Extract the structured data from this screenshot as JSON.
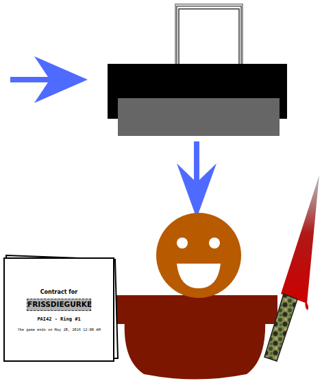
{
  "diagram": {
    "nodes": [
      {
        "text": [
          "Contract for",
          "PAI42 - Ring #1",
          "The game ends on May 28, 2016 12:00 AM"
        ]
      },
      {
        "text": [
          "FRISSDIEGURKE"
        ],
        "in": 0
      }
    ]
  }
}
